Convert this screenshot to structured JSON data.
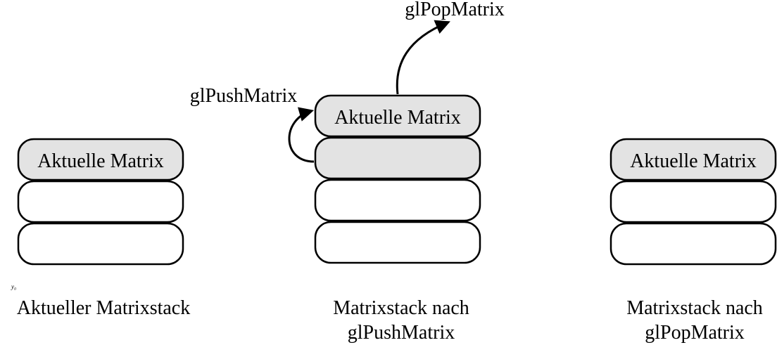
{
  "stack_left": {
    "top_label": "Aktuelle Matrix",
    "caption": "Aktueller Matrixstack",
    "stray_mark": "y₀"
  },
  "stack_middle": {
    "top_label": "Aktuelle Matrix",
    "push_label": "glPushMatrix",
    "pop_label": "glPopMatrix",
    "caption_line1": "Matrixstack nach",
    "caption_line2": "glPushMatrix"
  },
  "stack_right": {
    "top_label": "Aktuelle Matrix",
    "caption_line1": "Matrixstack nach",
    "caption_line2": "glPopMatrix"
  },
  "colors": {
    "current_fill": "#e3e3e3",
    "empty_fill": "#ffffff",
    "stroke": "#000000"
  }
}
